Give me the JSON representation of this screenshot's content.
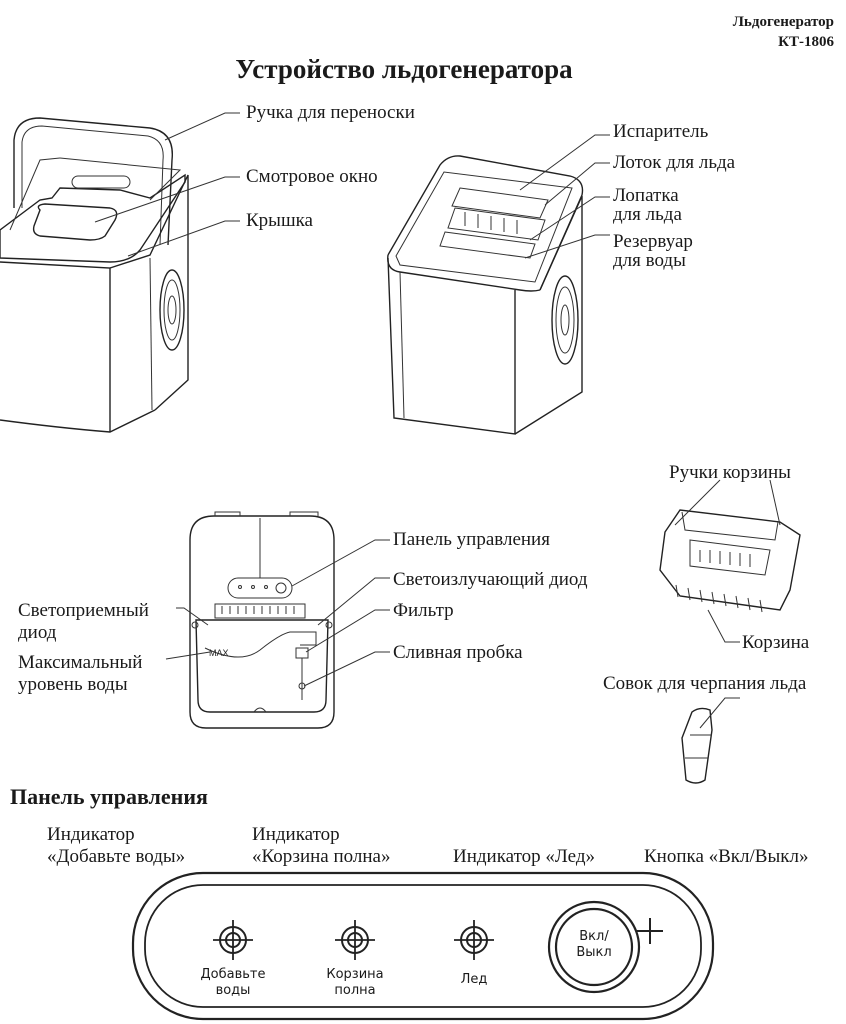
{
  "header": {
    "product": "Льдогенератор",
    "model": "КТ-1806"
  },
  "title": "Устройство льдогенератора",
  "diagram_front": {
    "callouts": [
      "Ручка для переноски",
      "Смотровое окно",
      "Крышка"
    ]
  },
  "diagram_open": {
    "callouts": [
      "Испаритель",
      "Лоток для льда",
      "Лопатка\nдля льда",
      "Резервуар\nдля воды"
    ],
    "callout_lines": [
      [
        "Испаритель"
      ],
      [
        "Лоток для льда"
      ],
      [
        "Лопатка",
        "для льда"
      ],
      [
        "Резервуар",
        "для воды"
      ]
    ]
  },
  "diagram_top": {
    "left_callouts": [
      [
        "Светоприемный",
        "диод"
      ],
      [
        "Максимальный",
        "уровень воды"
      ]
    ],
    "right_callouts": [
      "Панель управления",
      "Светоизлучающий диод",
      "Фильтр",
      "Сливная пробка"
    ],
    "max_mark": "MAX"
  },
  "diagram_basket": {
    "callouts": [
      "Ручки корзины",
      "Корзина"
    ]
  },
  "diagram_scoop": {
    "callout": "Совок для черпания льда"
  },
  "control_panel": {
    "section_title": "Панель управления",
    "labels": [
      [
        "Индикатор",
        "«Добавьте воды»"
      ],
      [
        "Индикатор",
        "«Корзина полна»"
      ],
      [
        "Индикатор «Лед»"
      ],
      [
        "Кнопка «Вкл/Выкл»"
      ]
    ],
    "indicators": [
      [
        "Добавьте",
        "воды"
      ],
      [
        "Корзина",
        "полна"
      ],
      [
        "Лед"
      ]
    ],
    "power_button": [
      "Вкл/",
      "Выкл"
    ]
  }
}
